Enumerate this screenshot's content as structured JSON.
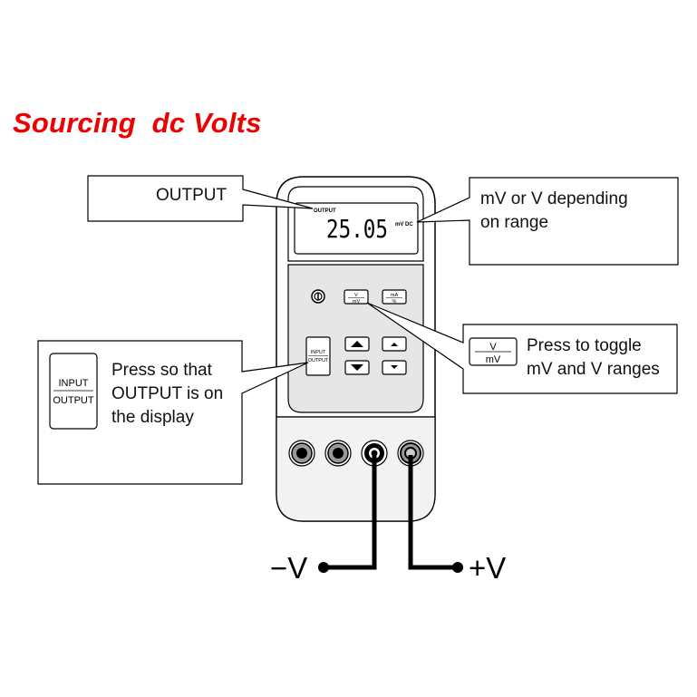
{
  "title": "Sourcing  dc Volts",
  "colors": {
    "title": "#ee0000",
    "keypad_panel": "#e6e6e6",
    "body_panel": "#f2f2f2",
    "line": "#000000"
  },
  "meter": {
    "display": {
      "mode_label": "OUTPUT",
      "reading": "25.05",
      "unit": "mV DC"
    },
    "keys": {
      "power_icon": "power-icon",
      "v_mv": {
        "top": "V",
        "bottom": "mV"
      },
      "ma_pct": {
        "top": "mA",
        "bottom": "%"
      },
      "input_output": {
        "top": "INPUT",
        "bottom": "OUTPUT"
      },
      "arrow_up_large": "up-triangle",
      "arrow_down_large": "down-triangle",
      "arrow_up_small": "up-triangle",
      "arrow_down_small": "down-triangle"
    },
    "jacks_count": 4
  },
  "callouts": {
    "output": "OUTPUT",
    "range": [
      "mV or V depending",
      "on range"
    ],
    "toggle": {
      "key_top": "V",
      "key_bottom": "mV",
      "text": [
        "Press to toggle",
        "mV and V ranges"
      ]
    },
    "input_output": {
      "key_top": "INPUT",
      "key_bottom": "OUTPUT",
      "text": [
        "Press so that",
        "OUTPUT is on",
        "the display"
      ]
    }
  },
  "leads": {
    "negative": "−V",
    "positive": "+V"
  }
}
